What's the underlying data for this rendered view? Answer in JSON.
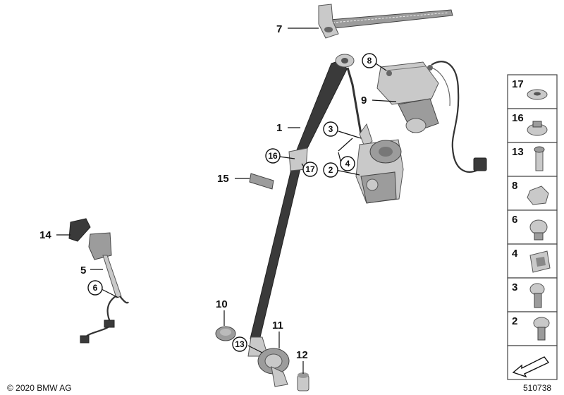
{
  "callouts": [
    {
      "id": "c1",
      "text": "1"
    },
    {
      "id": "c2",
      "text": "2"
    },
    {
      "id": "c3",
      "text": "3"
    },
    {
      "id": "c4",
      "text": "4"
    },
    {
      "id": "c5",
      "text": "5"
    },
    {
      "id": "c6",
      "text": "6"
    },
    {
      "id": "c7",
      "text": "7"
    },
    {
      "id": "c8",
      "text": "8"
    },
    {
      "id": "c9",
      "text": "9"
    },
    {
      "id": "c10",
      "text": "10"
    },
    {
      "id": "c11",
      "text": "11"
    },
    {
      "id": "c12",
      "text": "12"
    },
    {
      "id": "c13",
      "text": "13"
    },
    {
      "id": "c14",
      "text": "14"
    },
    {
      "id": "c15",
      "text": "15"
    },
    {
      "id": "c16",
      "text": "16"
    },
    {
      "id": "c17",
      "text": "17"
    }
  ],
  "panel": [
    "17",
    "16",
    "13",
    "8",
    "6",
    "4",
    "3",
    "2"
  ],
  "footer": {
    "copyright": "© 2020 BMW AG",
    "diagram_number": "510738"
  }
}
